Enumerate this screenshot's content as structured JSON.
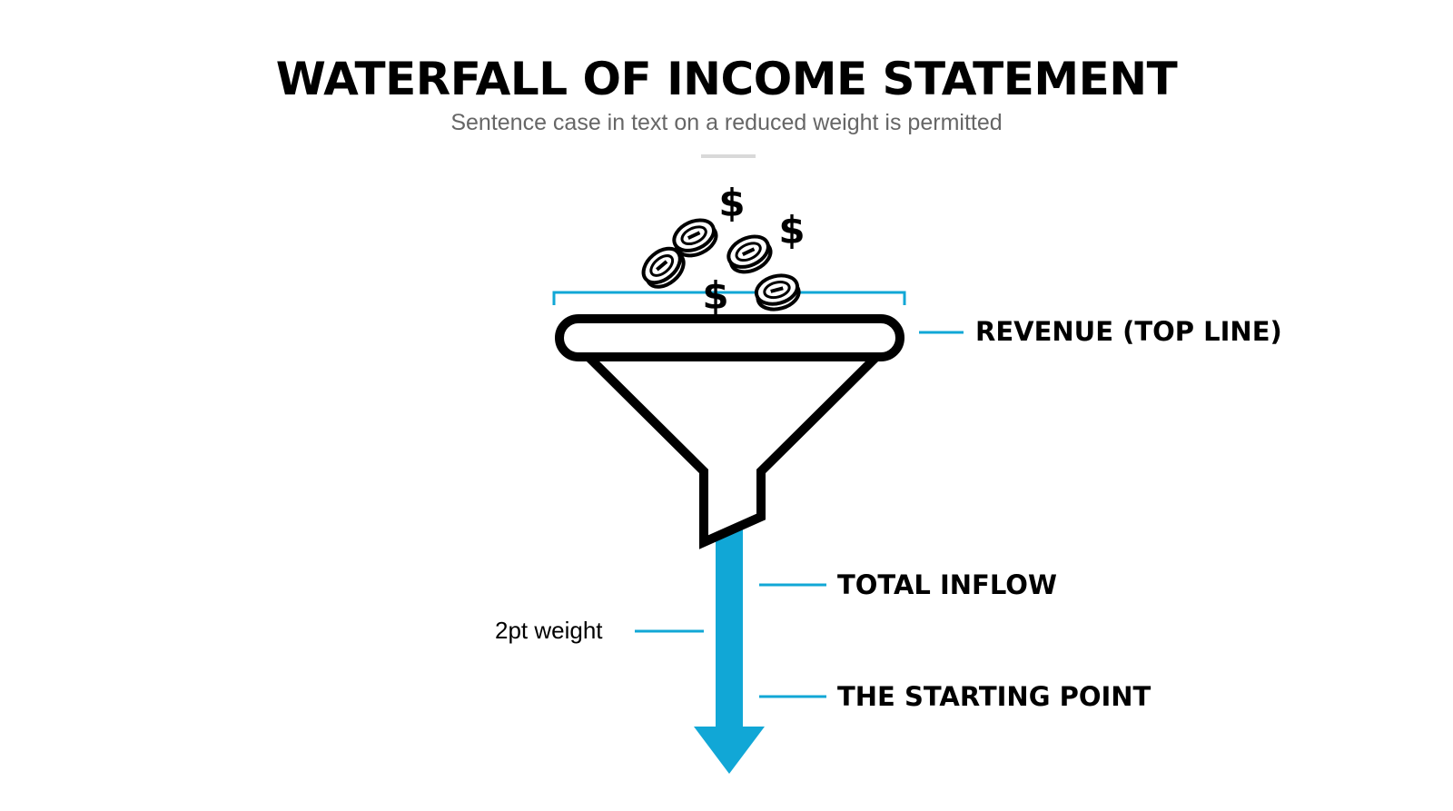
{
  "title": "WATERFALL OF INCOME STATEMENT",
  "subtitle": "Sentence case in text on a reduced weight is permitted",
  "labels": {
    "revenue": "REVENUE (TOP LINE)",
    "total_inflow": "TOTAL INFLOW",
    "starting_point": "THE STARTING POINT",
    "weight_note": "2pt weight"
  },
  "icons": {
    "funnel": "funnel-icon",
    "coin": "coin-icon",
    "dollar": "dollar-sign-icon",
    "arrow": "down-arrow-icon"
  },
  "colors": {
    "accent": "#11a7d6",
    "ink": "#000000",
    "subtitle": "#666666",
    "divider": "#d9d9d9"
  }
}
